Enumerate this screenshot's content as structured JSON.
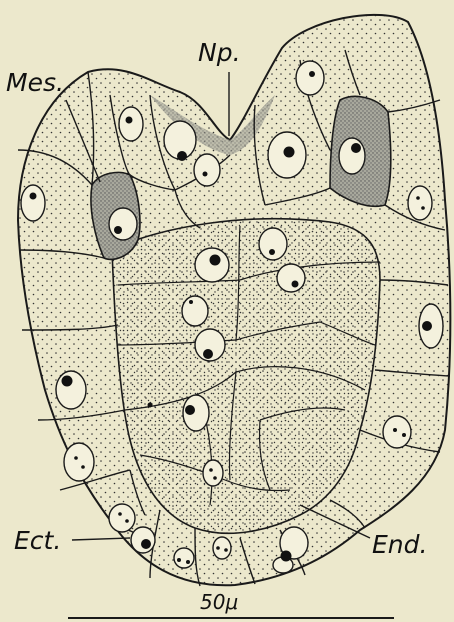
{
  "figure": {
    "background": "#ece8cc",
    "ink": "#1a1a1a",
    "mesoderm_shade": "#8f8f86",
    "labels": {
      "mesoderm": "Mes.",
      "neural_plate": "Np.",
      "ectoderm": "Ect.",
      "endoderm": "End."
    },
    "scale_bar": {
      "text": "50μ",
      "value": 50,
      "unit": "μ"
    }
  }
}
